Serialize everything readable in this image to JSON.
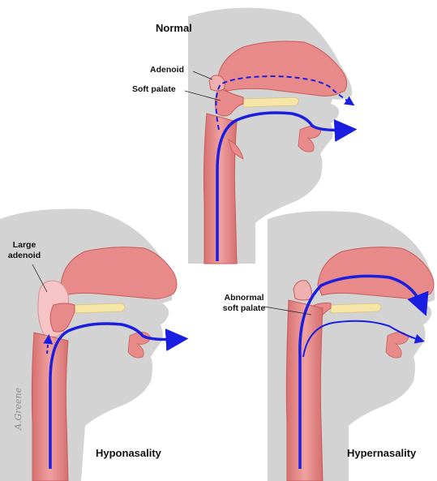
{
  "panels": {
    "normal": {
      "title": "Normal"
    },
    "hyponasality": {
      "title": "Hyponasality"
    },
    "hypernasality": {
      "title": "Hypernasality"
    }
  },
  "labels": {
    "adenoid": "Adenoid",
    "soft_palate": "Soft palate",
    "large_adenoid_line1": "Large",
    "large_adenoid_line2": "adenoid",
    "abnormal_soft_palate_line1": "Abnormal",
    "abnormal_soft_palate_line2": "soft palate"
  },
  "signature": "A.Greene",
  "colors": {
    "airflow": "#1a1ee0",
    "tissue": "#e88a8a",
    "tissue_dark": "#c85a5a",
    "background_head": "#d3d3d3",
    "bone": "#f5e6a8"
  }
}
